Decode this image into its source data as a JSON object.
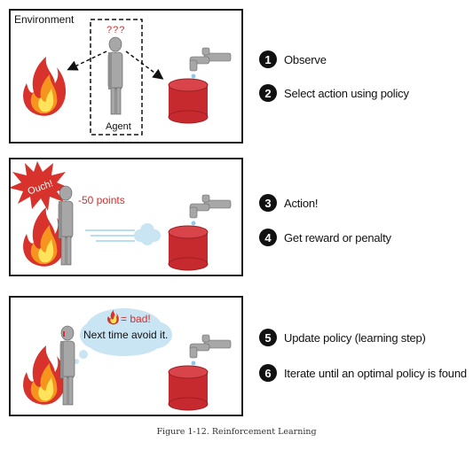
{
  "panel1": {
    "environment_label": "Environment",
    "question_marks": "???",
    "agent_label": "Agent"
  },
  "panel2": {
    "ouch_label": "Ouch!",
    "points_label": "-50 points"
  },
  "panel3": {
    "bubble_line1": "= bad!",
    "bubble_line2": "Next time avoid it."
  },
  "steps": [
    {
      "number": "1",
      "label": "Observe"
    },
    {
      "number": "2",
      "label": "Select action using policy"
    },
    {
      "number": "3",
      "label": "Action!"
    },
    {
      "number": "4",
      "label": "Get reward or penalty"
    },
    {
      "number": "5",
      "label": "Update policy (learning step)"
    },
    {
      "number": "6",
      "label": "Iterate until an optimal policy is found"
    }
  ],
  "caption": "Figure 1-12. Reinforcement Learning",
  "colors": {
    "fire_red": "#d7322b",
    "fire_orange": "#f7941d",
    "fire_yellow": "#ffe35a",
    "barrel_red": "#c62a2f",
    "agent_gray": "#a7a7a7",
    "bubble_blue": "#c9e4f2",
    "penalty_red": "#d32f2f"
  }
}
